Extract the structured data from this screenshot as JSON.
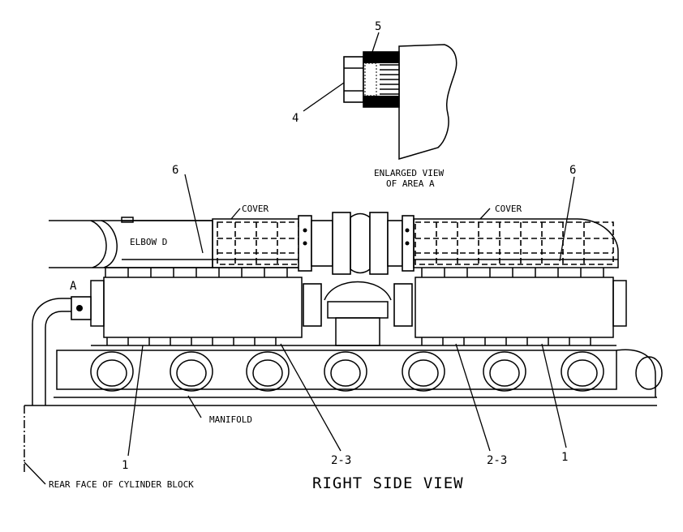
{
  "title": "RIGHT SIDE VIEW",
  "enlarged_view": {
    "line1": "ENLARGED VIEW",
    "line2": "OF AREA A"
  },
  "labels": {
    "cover_left": "COVER",
    "cover_right": "COVER",
    "elbow": "ELBOW D",
    "manifold": "MANIFOLD",
    "rear_face": "REAR FACE OF CYLINDER BLOCK",
    "area_marker": "A"
  },
  "callouts": {
    "c5": "5",
    "c4": "4",
    "c6_left": "6",
    "c6_right": "6",
    "c1_left": "1",
    "c1_right": "1",
    "c23_left": "2-3",
    "c23_right": "2-3"
  }
}
